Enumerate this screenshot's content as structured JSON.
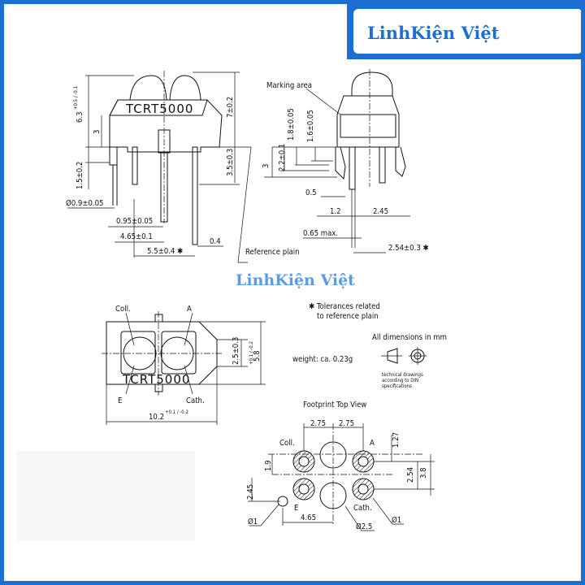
{
  "brand": {
    "logo_text": "LinhKiện Việt",
    "watermark_text": "LinhKiện Việt",
    "accent": "#1a6fd0"
  },
  "side_view": {
    "part_label": "TCRT5000",
    "dims": {
      "height_total": "6.3",
      "height_tol": "+0.5 / -0.1",
      "body_3": "3",
      "pin_1_5": "1.5±0.2",
      "pin_dia": "Ø0.9±0.05",
      "d_0_95": "0.95±0.05",
      "d_4_65": "4.65±0.1",
      "d_5_5": "5.5±0.4 ✱",
      "d_0_4": "0.4",
      "h_7": "7±0.2",
      "h_3_5": "3.5±0.3"
    },
    "reference_label": "Reference plain"
  },
  "front_view": {
    "marking_label": "Marking area",
    "dims": {
      "d_1_8": "1.8±0.05",
      "d_1_6": "1.6±0.05",
      "d_2_2": "2.2±0.1",
      "d_3": "3",
      "d_0_5": "0.5",
      "d_1_2": "1.2",
      "d_2_45": "2.45",
      "d_0_65": "0.65 max.",
      "d_2_54": "2.54±0.3 ✱"
    }
  },
  "top_view": {
    "part_label": "TCRT5000",
    "pins": {
      "coll": "Coll.",
      "a": "A",
      "e": "E",
      "cath": "Cath."
    },
    "dims": {
      "d_2_5": "2.5±0.3",
      "d_5_8": "5.8",
      "d_5_8_tol": "+0.1 / -0.2",
      "d_10_2": "10.2",
      "d_10_2_tol": "+0.1 / -0.2"
    }
  },
  "notes": {
    "tolerance_line1": "✱ Tolerances related",
    "tolerance_line2": "to reference plain",
    "units": "All dimensions in mm",
    "weight": "weight: ca. 0.23g",
    "din_line1": "technical drawings",
    "din_line2": "according to DIN",
    "din_line3": "specifications"
  },
  "footprint": {
    "title": "Footprint Top View",
    "labels": {
      "coll": "Coll.",
      "a": "A",
      "e": "E",
      "cath": "Cath."
    },
    "dims": {
      "d_2_75a": "2.75",
      "d_2_75b": "2.75",
      "d_1_27": "1.27",
      "d_1_9": "1.9",
      "d_2_54": "2.54",
      "d_3_8": "3.8",
      "d_2_45": "2.45",
      "d_4_65": "4.65",
      "phi1_left": "Ø1",
      "phi2_5": "Ø2.5",
      "phi1_right": "Ø1"
    }
  }
}
